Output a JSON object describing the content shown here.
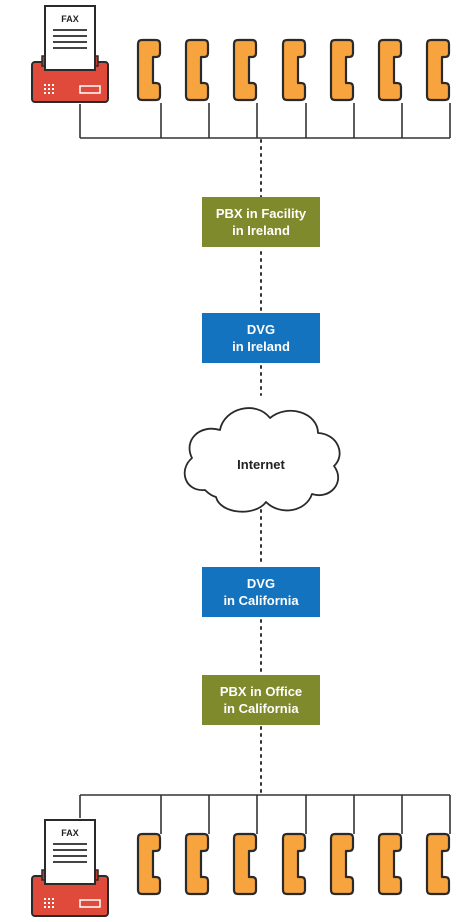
{
  "top": {
    "fax_label": "FAX",
    "phone_count": 7
  },
  "nodes": {
    "pbx_ireland": {
      "line1": "PBX in Facility",
      "line2": "in Ireland"
    },
    "dvg_ireland": {
      "line1": "DVG",
      "line2": "in Ireland"
    },
    "internet": {
      "label": "Internet"
    },
    "dvg_california": {
      "line1": "DVG",
      "line2": "in California"
    },
    "pbx_california": {
      "line1": "PBX in Office",
      "line2": "in California"
    }
  },
  "bottom": {
    "fax_label": "FAX",
    "phone_count": 7
  },
  "colors": {
    "pbx": "#7e8a2b",
    "dvg": "#1473be",
    "phone_fill": "#f7a43f",
    "phone_stroke": "#2a2a2a",
    "fax_body": "#e04a3a",
    "line": "#333333"
  }
}
